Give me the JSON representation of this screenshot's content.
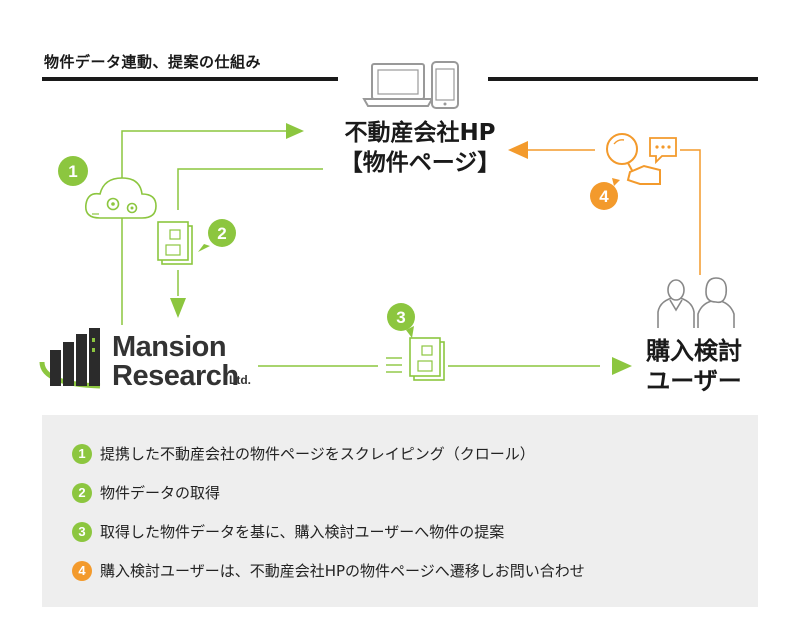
{
  "section_title": "物件データ連動、提案の仕組み",
  "colors": {
    "green": "#8cc63f",
    "orange": "#f39a2c",
    "dark": "#1a1a1a",
    "gray": "#999999"
  },
  "nodes": {
    "hp_line1": "不動産会社HP",
    "hp_line2": "【物件ページ】",
    "logo_line1": "Mansion",
    "logo_line2": "Research",
    "logo_suffix": "Ltd.",
    "buyer_line1": "購入検討",
    "buyer_line2": "ユーザー"
  },
  "steps": [
    "1",
    "2",
    "3",
    "4"
  ],
  "icons": [
    "devices-icon",
    "cloud-gears-icon",
    "document-icon",
    "magnifier-icon",
    "chat-bubble-icon",
    "users-icon",
    "building-logo-icon"
  ],
  "legend": [
    {
      "num": "1",
      "text": "提携した不動産会社の物件ページをスクレイピング（クロール）",
      "color": "green"
    },
    {
      "num": "2",
      "text": "物件データの取得",
      "color": "green"
    },
    {
      "num": "3",
      "text": "取得した物件データを基に、購入検討ユーザーへ物件の提案",
      "color": "green"
    },
    {
      "num": "4",
      "text": "購入検討ユーザーは、不動産会社HPの物件ページへ遷移しお問い合わせ",
      "color": "orange"
    }
  ]
}
